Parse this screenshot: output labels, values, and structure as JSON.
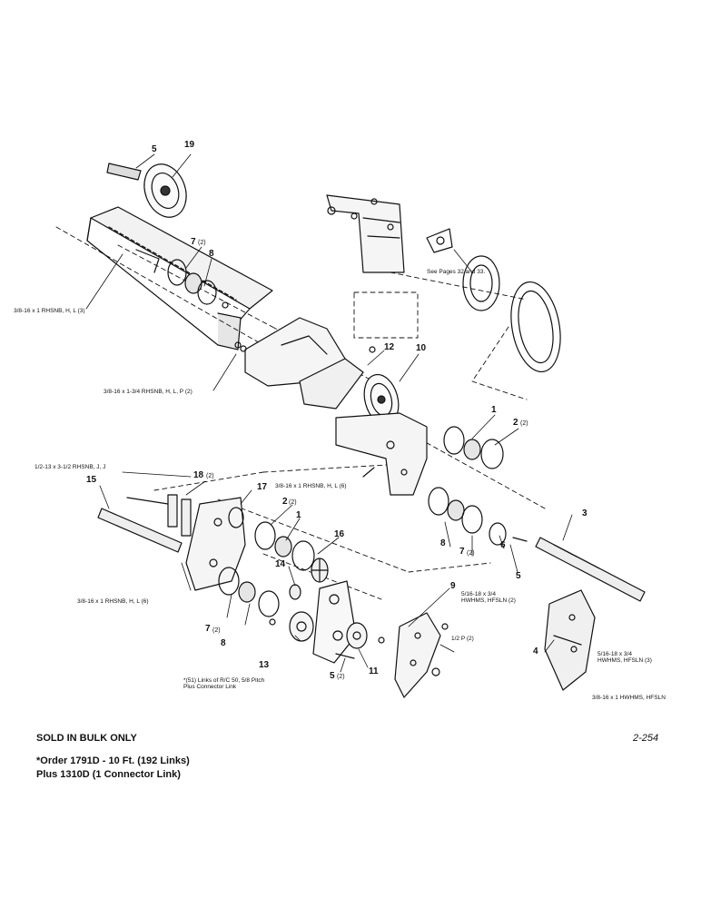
{
  "callouts": {
    "n19": "19",
    "n5a": "5",
    "n7a": "7",
    "q7a": "(2)",
    "n8a": "8",
    "n12": "12",
    "n10": "10",
    "n1a": "1",
    "n2a": "2",
    "q2a": "(2)",
    "n18": "18",
    "q18": "(2)",
    "n17": "17",
    "n15": "15",
    "n2b": "2",
    "q2b": "(2)",
    "n1b": "1",
    "n16": "16",
    "n14": "14",
    "n8b": "8",
    "n7b": "7",
    "q7b": "(2)",
    "n6": "6",
    "n5b": "5",
    "n3": "3",
    "n9": "9",
    "n4": "4",
    "n7c": "7",
    "q7c": "(2)",
    "n8c": "8",
    "n13": "13",
    "n11": "11",
    "n5c": "5",
    "q5c": "(2)"
  },
  "specs": {
    "rhsnb_hl_3": "3/8-16 x 1 RHSNB, H, L (3)",
    "rhsnb_hlp_2": "3/8-16 x 1-3/4 RHSNB, H, L, P (2)",
    "rhsnb_jj": "1/2-13 x 3-1/2 RHSNB, J, J",
    "rhsnb_hl_6a": "3/8-16 x 1 RHSNB, H, L (6)",
    "rhsnb_hl_6b": "3/8-16 x 1 RHSNB, H, L (6)",
    "see_pages": "See Pages 32 and 33.",
    "hwhms_2": "5/16-18 x 3/4\nHWHMS, HFSLN (2)",
    "half_p": "1/2 P (2)",
    "links": "*(51) Links of R/C 50, 5/8 Pitch\nPlus Connector Link",
    "hwhms_3": "5/16-18 x 3/4\nHWHMS, HFSLN (3)",
    "hwhms_1": "3/8-16 x 1 HWHMS, HFSLN"
  },
  "footer": {
    "sold": "SOLD IN BULK ONLY",
    "page_number": "2-254",
    "order_line1": "*Order 1791D - 10 Ft. (192 Links)",
    "order_line2": "Plus 1310D (1 Connector Link)"
  }
}
